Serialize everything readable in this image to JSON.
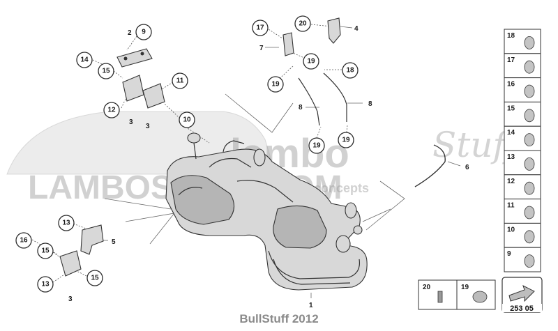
{
  "watermark": {
    "logo_text": "lambo",
    "site_text": "LAMBOSTUFF.COM",
    "tagline": "concepts",
    "script_text": "Stuff"
  },
  "callouts": [
    {
      "id": "c9",
      "label": "9"
    },
    {
      "id": "c14",
      "label": "14"
    },
    {
      "id": "c15a",
      "label": "15"
    },
    {
      "id": "c11",
      "label": "11"
    },
    {
      "id": "c12",
      "label": "12"
    },
    {
      "id": "c10",
      "label": "10"
    },
    {
      "id": "c17",
      "label": "17"
    },
    {
      "id": "c20",
      "label": "20"
    },
    {
      "id": "c19a",
      "label": "19"
    },
    {
      "id": "c18",
      "label": "18"
    },
    {
      "id": "c19b",
      "label": "19"
    },
    {
      "id": "c19c",
      "label": "19"
    },
    {
      "id": "c19d",
      "label": "19"
    },
    {
      "id": "c13a",
      "label": "13"
    },
    {
      "id": "c16",
      "label": "16"
    },
    {
      "id": "c15b",
      "label": "15"
    },
    {
      "id": "c13b",
      "label": "13"
    },
    {
      "id": "c15c",
      "label": "15"
    }
  ],
  "plain_labels": [
    {
      "id": "p2",
      "label": "2"
    },
    {
      "id": "p3a",
      "label": "3"
    },
    {
      "id": "p3b",
      "label": "3"
    },
    {
      "id": "p4",
      "label": "4"
    },
    {
      "id": "p7",
      "label": "7"
    },
    {
      "id": "p8a",
      "label": "8"
    },
    {
      "id": "p8b",
      "label": "8"
    },
    {
      "id": "p6",
      "label": "6"
    },
    {
      "id": "p5",
      "label": "5"
    },
    {
      "id": "p3c",
      "label": "3"
    },
    {
      "id": "p1",
      "label": "1"
    }
  ],
  "parts_legend": {
    "items": [
      "18",
      "17",
      "16",
      "15",
      "14",
      "13",
      "12",
      "11",
      "10",
      "9"
    ],
    "bottom_items": [
      "20",
      "19"
    ]
  },
  "diagram_code": "253 05",
  "footer": "BullStuff 2012"
}
